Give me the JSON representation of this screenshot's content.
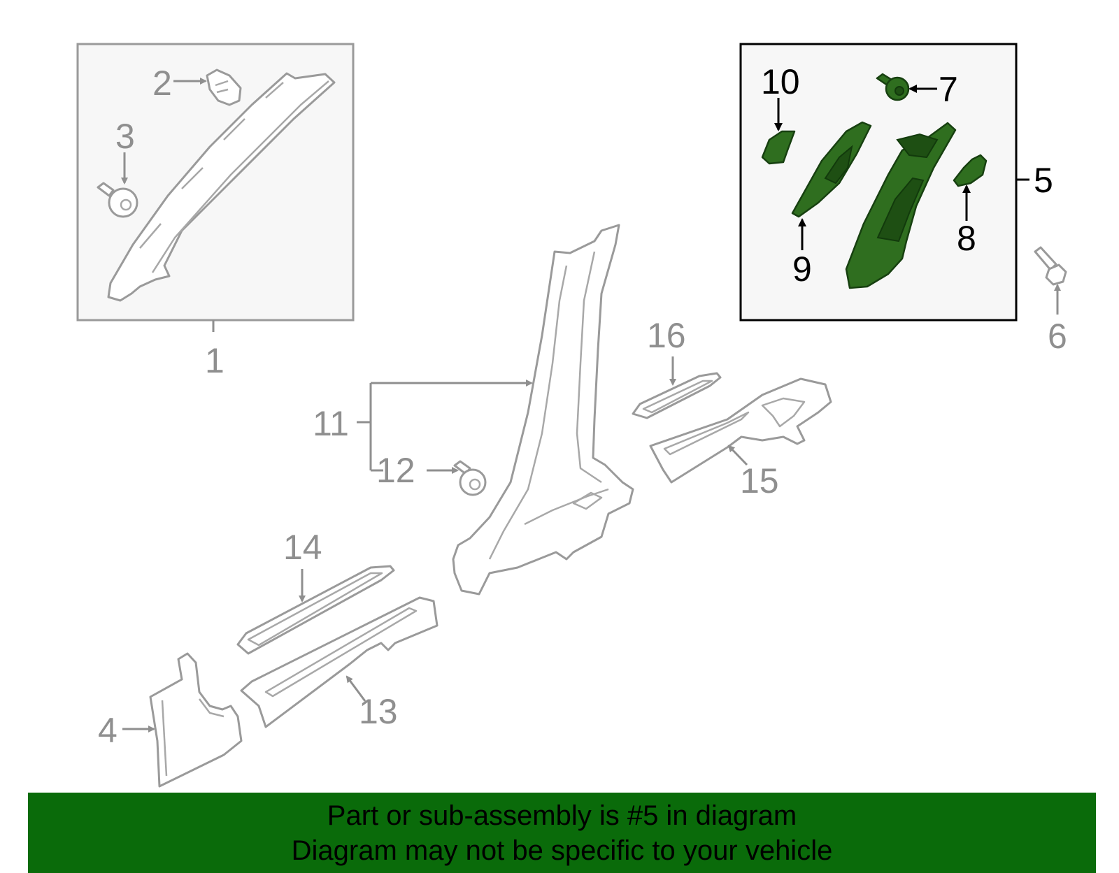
{
  "diagram": {
    "callouts": {
      "c1": "1",
      "c2": "2",
      "c3": "3",
      "c4": "4",
      "c5": "5",
      "c6": "6",
      "c7": "7",
      "c8": "8",
      "c9": "9",
      "c10": "10",
      "c11": "11",
      "c12": "12",
      "c13": "13",
      "c14": "14",
      "c15": "15",
      "c16": "16"
    },
    "highlight_color": "#2f6e1f"
  },
  "banner": {
    "line1": "Part or sub-assembly is #5 in diagram",
    "line2": "Diagram may not be specific to your vehicle",
    "background": "#0a6b0a"
  }
}
